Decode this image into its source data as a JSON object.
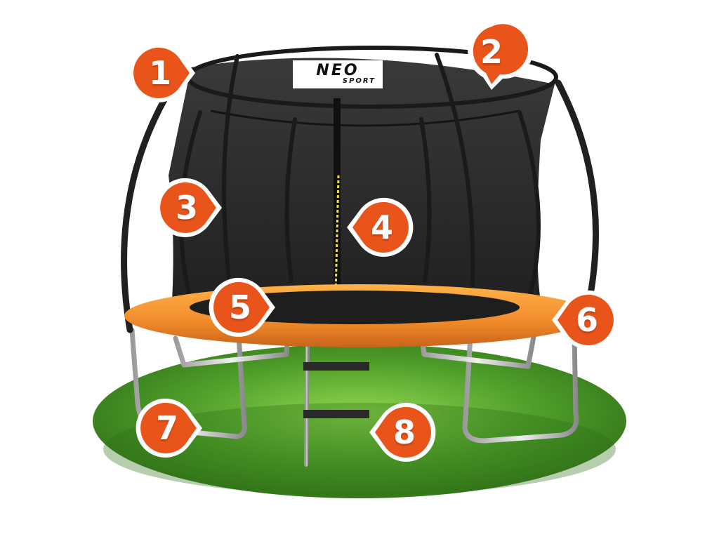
{
  "product": {
    "brand": "NEO",
    "brand_sub": "SPORT"
  },
  "colors": {
    "marker": "#e8541a",
    "marker_ring": "#ffffff",
    "pad": "#f08a2a",
    "net": "#2b2b2b",
    "grass": "#3f8f22",
    "zip": "#f2e33a"
  },
  "markers": [
    {
      "label": "1",
      "pointer": "right"
    },
    {
      "label": "2",
      "pointer": "down-left"
    },
    {
      "label": "3",
      "pointer": "right"
    },
    {
      "label": "4",
      "pointer": "left"
    },
    {
      "label": "5",
      "pointer": "right"
    },
    {
      "label": "6",
      "pointer": "left"
    },
    {
      "label": "7",
      "pointer": "right"
    },
    {
      "label": "8",
      "pointer": "left"
    }
  ]
}
